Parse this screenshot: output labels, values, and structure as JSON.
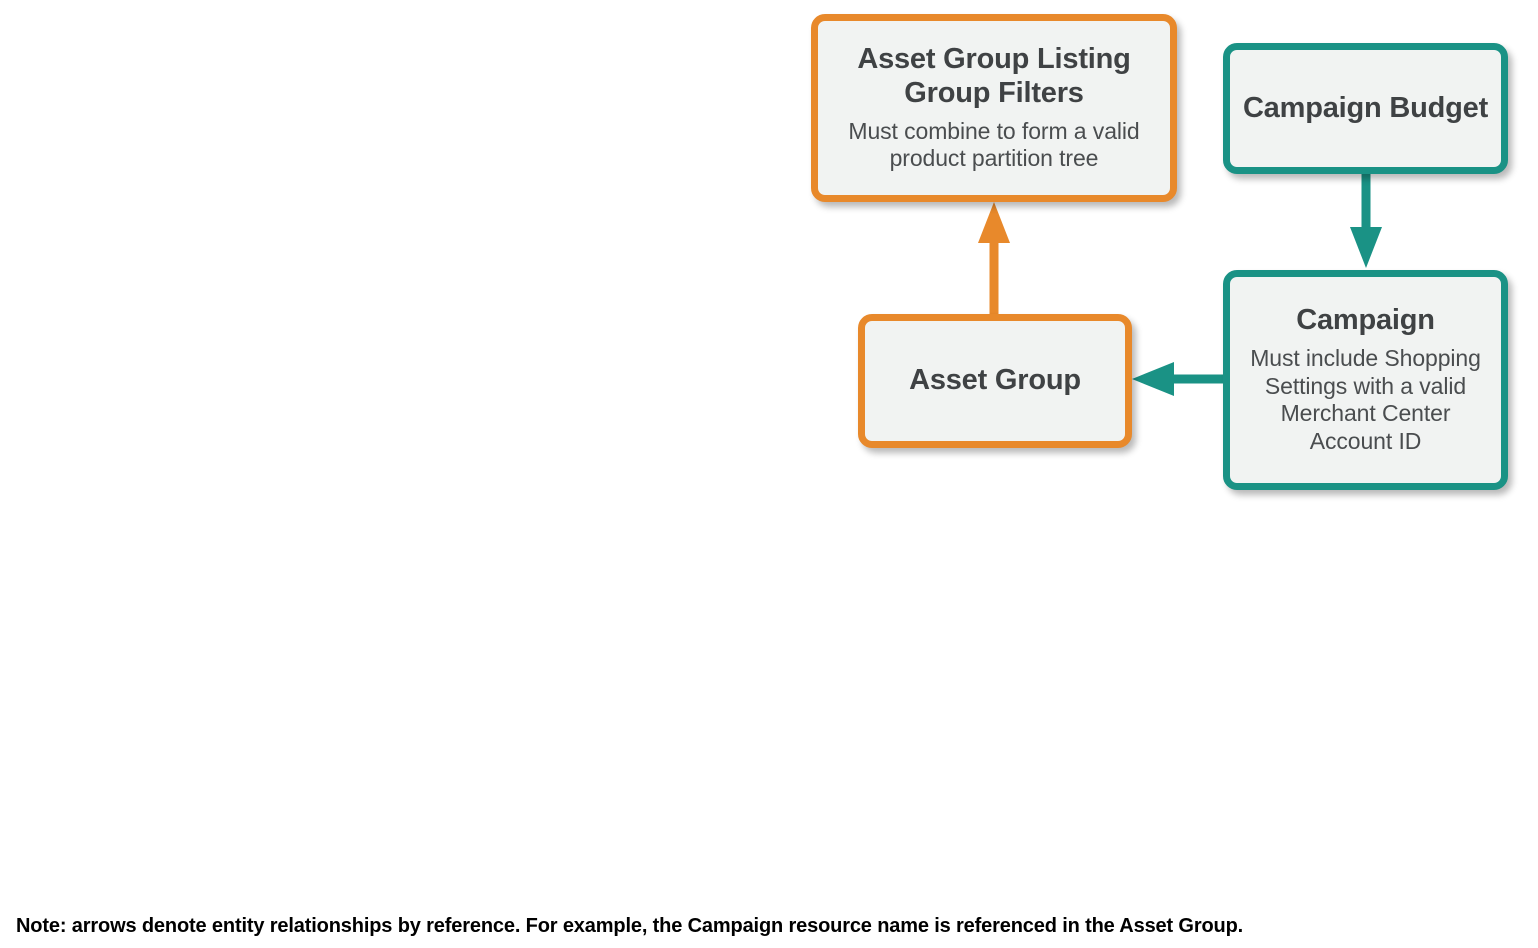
{
  "diagram": {
    "type": "entity-relationship",
    "nodes": [
      {
        "id": "asset-group-listing-group-filters",
        "title": "Asset Group Listing Group Filters",
        "description": "Must combine to form a valid product partition tree",
        "accent": "#e8892b"
      },
      {
        "id": "campaign-budget",
        "title": "Campaign Budget",
        "description": "",
        "accent": "#1a9285"
      },
      {
        "id": "asset-group",
        "title": "Asset Group",
        "description": "",
        "accent": "#e8892b"
      },
      {
        "id": "campaign",
        "title": "Campaign",
        "description": "Must include Shopping Settings with a valid Merchant Center Account ID",
        "accent": "#1a9285"
      }
    ],
    "edges": [
      {
        "id": "asset-group-to-listing-group-filters",
        "from": "asset-group",
        "to": "asset-group-listing-group-filters",
        "direction": "up",
        "color": "#e8892b"
      },
      {
        "id": "campaign-budget-to-campaign",
        "from": "campaign-budget",
        "to": "campaign",
        "direction": "down",
        "color": "#1a9285"
      },
      {
        "id": "campaign-to-asset-group",
        "from": "campaign",
        "to": "asset-group",
        "direction": "left",
        "color": "#1a9285"
      }
    ],
    "footnote": "Note: arrows denote entity relationships by reference. For example, the Campaign resource name is referenced in the Asset Group.",
    "colors": {
      "orange": "#e8892b",
      "teal": "#1a9285",
      "node_fill": "#f1f3f2",
      "title_text": "#3f4244",
      "desc_text": "#4a4d4f",
      "background": "#ffffff"
    }
  }
}
